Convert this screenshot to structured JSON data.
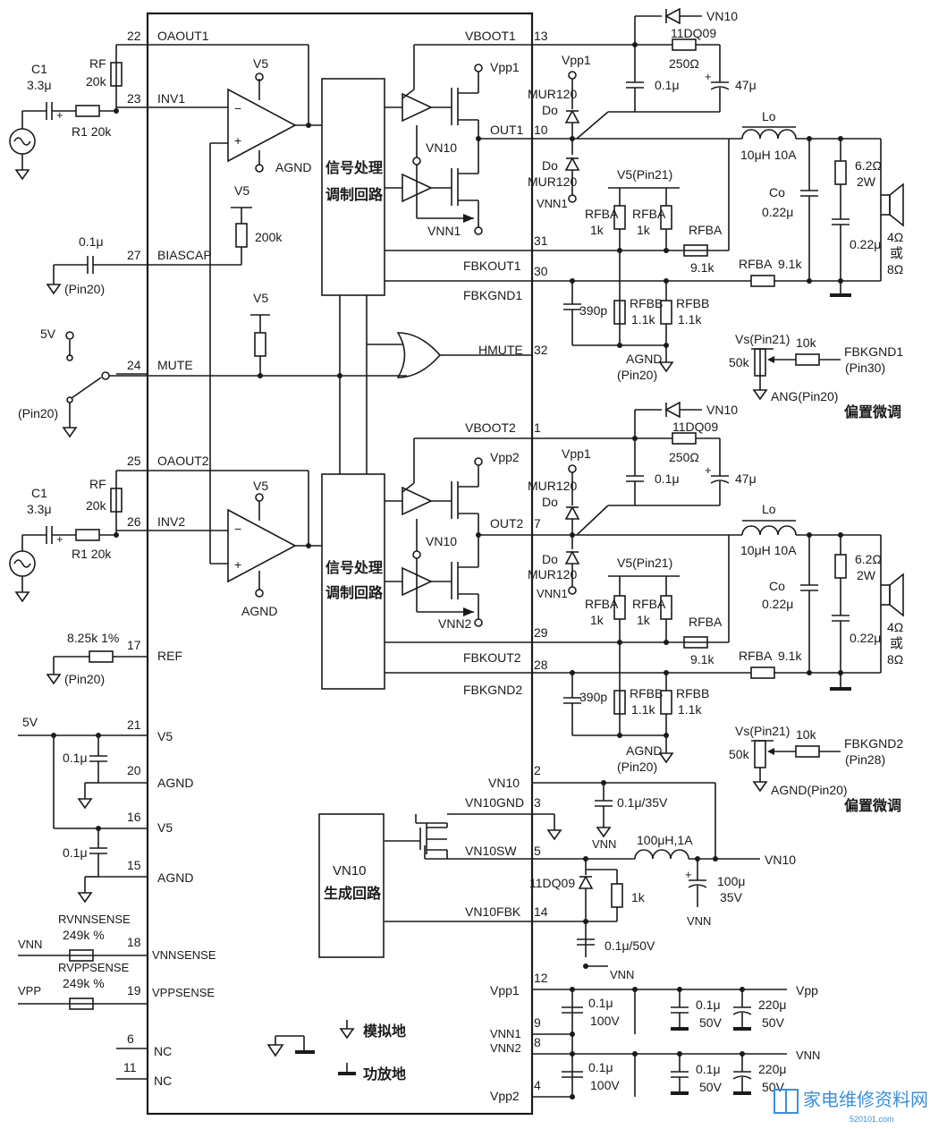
{
  "pins_left": {
    "p22": {
      "num": "22",
      "name": "OAOUT1"
    },
    "p23": {
      "num": "23",
      "name": "INV1"
    },
    "p27": {
      "num": "27",
      "name": "BIASCAP"
    },
    "p24": {
      "num": "24",
      "name": "MUTE"
    },
    "p25": {
      "num": "25",
      "name": "OAOUT2"
    },
    "p26": {
      "num": "26",
      "name": "INV2"
    },
    "p17": {
      "num": "17",
      "name": "REF"
    },
    "p21": {
      "num": "21",
      "name": "V5"
    },
    "p20": {
      "num": "20",
      "name": "AGND"
    },
    "p16": {
      "num": "16",
      "name": "V5"
    },
    "p15": {
      "num": "15",
      "name": "AGND"
    },
    "p18": {
      "num": "18",
      "name": "VNNSENSE"
    },
    "p19": {
      "num": "19",
      "name": "VPPSENSE"
    },
    "p6": {
      "num": "6",
      "name": "NC"
    },
    "p11": {
      "num": "11",
      "name": "NC"
    }
  },
  "pins_right": {
    "p13": {
      "num": "13",
      "name": "VBOOT1"
    },
    "p10": {
      "num": "10",
      "name": "OUT1"
    },
    "p31": {
      "num": "31",
      "name": "FBKOUT1"
    },
    "p30": {
      "num": "30",
      "name": "FBKGND1"
    },
    "p32": {
      "num": "32",
      "name": "HMUTE"
    },
    "p1": {
      "num": "1",
      "name": "VBOOT2"
    },
    "p7": {
      "num": "7",
      "name": "OUT2"
    },
    "p29": {
      "num": "29",
      "name": "FBKOUT2"
    },
    "p28": {
      "num": "28",
      "name": "FBKGND2"
    },
    "p2": {
      "num": "2",
      "name": "VN10"
    },
    "p3": {
      "num": "3",
      "name": "VN10GND"
    },
    "p5": {
      "num": "5",
      "name": "VN10SW"
    },
    "p14": {
      "num": "14",
      "name": "VN10FBK"
    },
    "p12": {
      "num": "12",
      "name": "Vpp1"
    },
    "p9": {
      "num": "9",
      "name": "VNN1"
    },
    "p8": {
      "num": "8",
      "name": "VNN2"
    },
    "p4": {
      "num": "4",
      "name": "Vpp2"
    }
  },
  "blocks": {
    "sig1_line1": "信号处理",
    "sig1_line2": "调制回路",
    "sig2_line1": "信号处理",
    "sig2_line2": "调制回路",
    "vn10_line1": "VN10",
    "vn10_line2": "生成回路"
  },
  "labels": {
    "c1": "C1",
    "c1_val": "3.3μ",
    "rf": "RF",
    "r20k": "20k",
    "r1": "R1 20k",
    "v5": "V5",
    "agnd": "AGND",
    "c01": "0.1μ",
    "r200k": "200k",
    "pin20": "(Pin20)",
    "fivev": "5V",
    "r825": "8.25k  1%",
    "vpp1_sup": "Vpp1",
    "vpp2_sup": "Vpp2",
    "vn10_label": "VN10",
    "vn10_1": "VN10",
    "vnn1": "VNN1",
    "vnn2": "VNN2",
    "vnn": "VNN",
    "vpp": "VPP",
    "vpp_r": "Vpp",
    "mur120": "MUR120",
    "do": "Do",
    "d11dq09": "11DQ09",
    "r250": "250Ω",
    "c47": "47μ",
    "lo": "Lo",
    "lo_val": "10μH  10A",
    "r62": "6.2Ω",
    "w2": "2W",
    "co": "Co",
    "c022": "0.22μ",
    "spk1": "4Ω",
    "spk2": "或",
    "spk3": "8Ω",
    "v5pin21": "V5(Pin21)",
    "rfba": "RFBA",
    "rfbb": "RFBB",
    "r1k": "1k",
    "r11k": "1.1k",
    "r91k": "9.1k",
    "c390": "390p",
    "agnd_pin20": "AGND",
    "pin20b": "(Pin20)",
    "vs_pin21": "Vs(Pin21)",
    "r50k": "50k",
    "r10k": "10k",
    "fbkgnd1": "FBKGND1",
    "pin30": "(Pin30)",
    "fbkgnd2": "FBKGND2",
    "pin28": "(Pin28)",
    "ang_pin20": "ANG(Pin20)",
    "agnd_pin20b": "AGND(Pin20)",
    "bias_adj": "偏置微调",
    "c01_35": "0.1μ/35V",
    "l100": "100μH,1A",
    "c100": "100μ",
    "v35": "35V",
    "c01_50": "0.1μ/50V",
    "c01_100": "0.1μ",
    "v100": "100V",
    "v50": "50V",
    "c220": "220μ",
    "rvnn": "RVNNSENSE",
    "rvpp": "RVPPSENSE",
    "r249": "249k  %",
    "analog_gnd": "模拟地",
    "power_gnd": "功放地",
    "plus": "+",
    "minus": "−"
  },
  "watermark": {
    "text": "家电维修资料网",
    "sub": "520101.com"
  }
}
